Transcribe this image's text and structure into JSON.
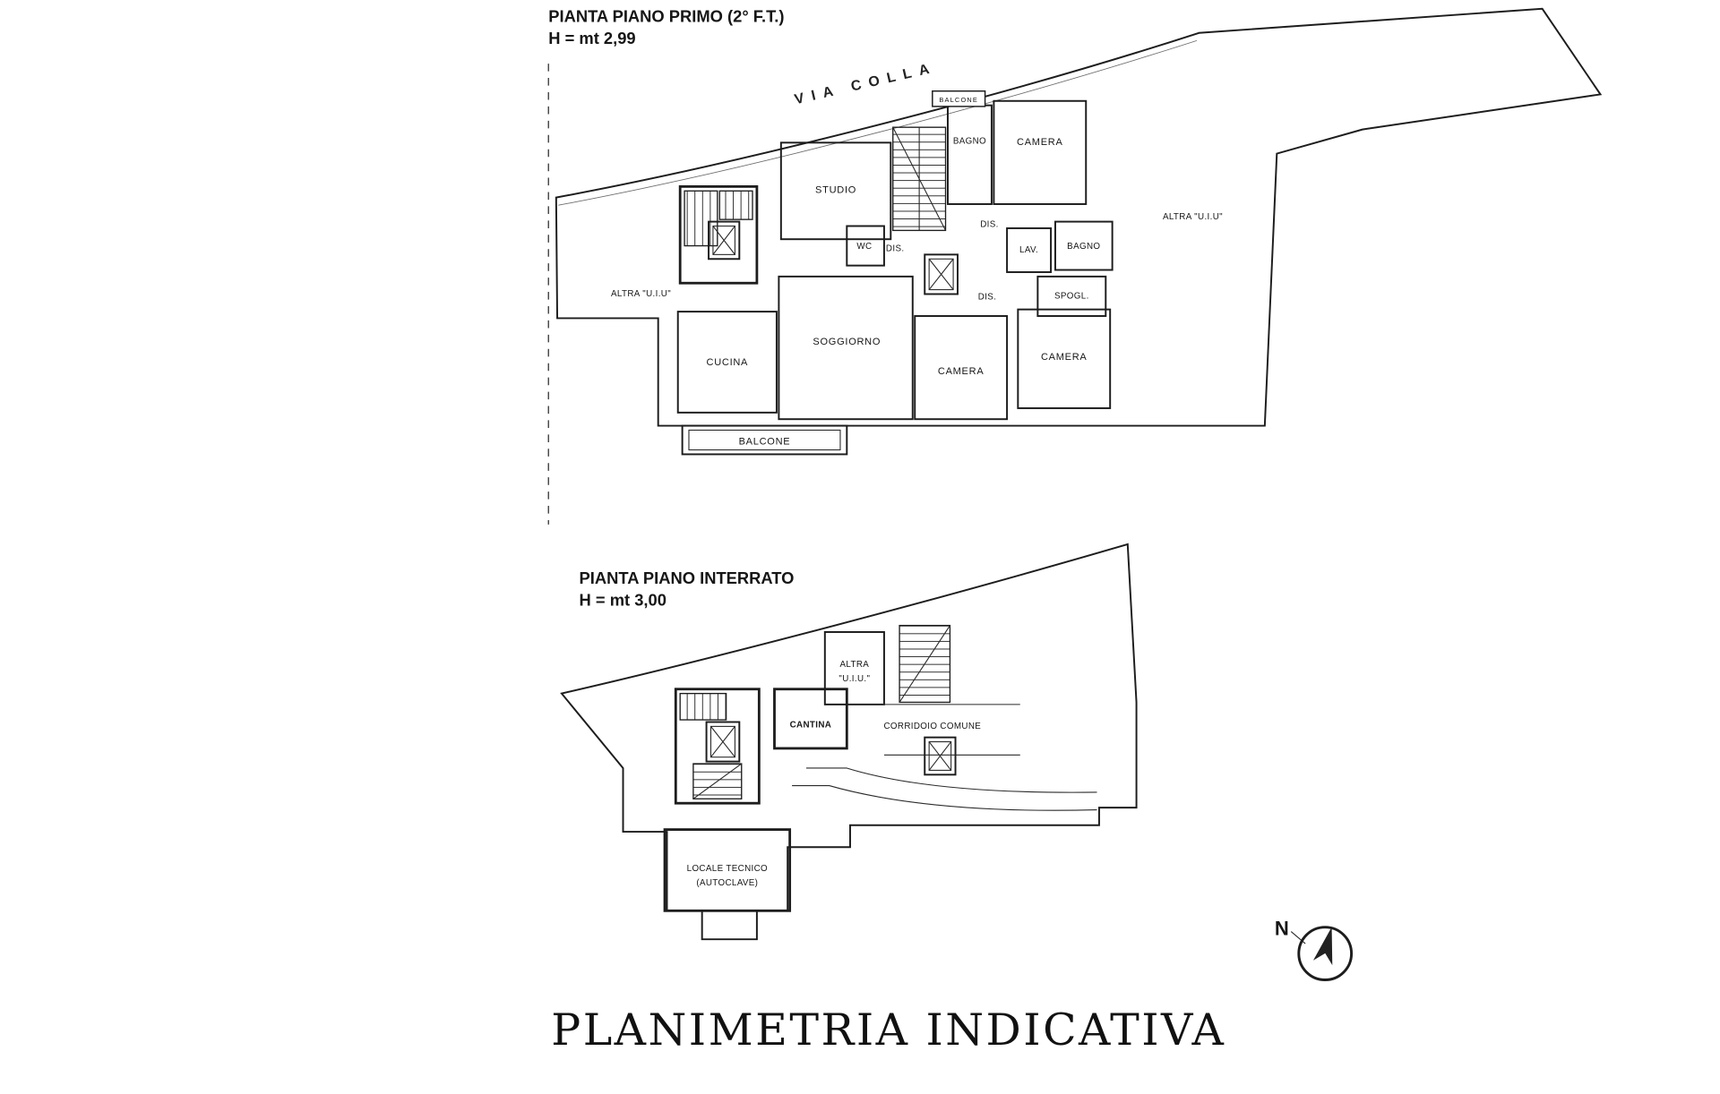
{
  "document": {
    "footer_title": "PLANIMETRIA INDICATIVA"
  },
  "first_floor": {
    "title": "PIANTA PIANO PRIMO (2° F.T.)",
    "height": "H = mt  2,99",
    "street": "VIA  COLLA",
    "labels": {
      "balcone_top": "BALCONE",
      "bagno_top": "BAGNO",
      "camera_top": "CAMERA",
      "studio": "STUDIO",
      "wc": "WC",
      "dis_a": "DIS.",
      "dis_b": "DIS.",
      "dis_c": "DIS.",
      "lav": "LAV.",
      "bagno_right": "BAGNO",
      "spogl": "SPOGL.",
      "altra_uiu_left": "ALTRA \"U.I.U\"",
      "altra_uiu_right": "ALTRA \"U.I.U\"",
      "cucina": "CUCINA",
      "soggiorno": "SOGGIORNO",
      "camera_mid": "CAMERA",
      "camera_right": "CAMERA",
      "balcone_bottom": "BALCONE"
    }
  },
  "basement": {
    "title": "PIANTA PIANO INTERRATO",
    "height": "H = mt  3,00",
    "labels": {
      "altra_line1": "ALTRA",
      "altra_line2": "\"U.I.U.\"",
      "cantina": "CANTINA",
      "corridoio": "CORRIDOIO  COMUNE",
      "locale_line1": "LOCALE TECNICO",
      "locale_line2": "(AUTOCLAVE)"
    }
  },
  "compass": {
    "north": "N"
  },
  "colors": {
    "ink": "#1d1d1d",
    "paper": "#ffffff"
  }
}
